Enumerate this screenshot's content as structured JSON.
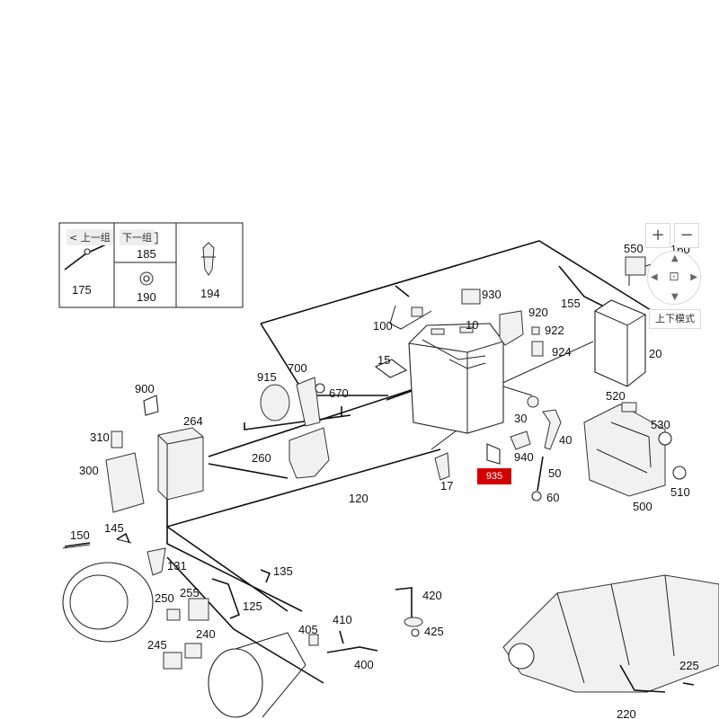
{
  "nav": {
    "prev_label": "< 上一组",
    "next_label": "下一组"
  },
  "viewer": {
    "zoom_in": "+",
    "zoom_out": "−",
    "mode_label": "上下模式",
    "center_glyph": "⊡"
  },
  "highlight": {
    "label": "935",
    "color": "#d40000"
  },
  "parts": {
    "p175": "175",
    "p185": "185",
    "p190": "190",
    "p194": "194",
    "p550": "550",
    "p160": "160",
    "p155": "155",
    "p930": "930",
    "p920": "920",
    "p922": "922",
    "p924": "924",
    "p100": "100",
    "p10": "10",
    "p20": "20",
    "p15": "15",
    "p915": "915",
    "p700": "700",
    "p670": "670",
    "p900": "900",
    "p264": "264",
    "p310": "310",
    "p300": "300",
    "p260": "260",
    "p120": "120",
    "p17": "17",
    "p30": "30",
    "p940": "940",
    "p40": "40",
    "p50": "50",
    "p60": "60",
    "p520": "520",
    "p530": "530",
    "p510": "510",
    "p500": "500",
    "p150": "150",
    "p145": "145",
    "p131": "131",
    "p135": "135",
    "p250": "250",
    "p255": "255",
    "p125": "125",
    "p245": "245",
    "p240": "240",
    "p405": "405",
    "p410": "410",
    "p400": "400",
    "p420": "420",
    "p425": "425",
    "p225": "225",
    "p220": "220"
  }
}
